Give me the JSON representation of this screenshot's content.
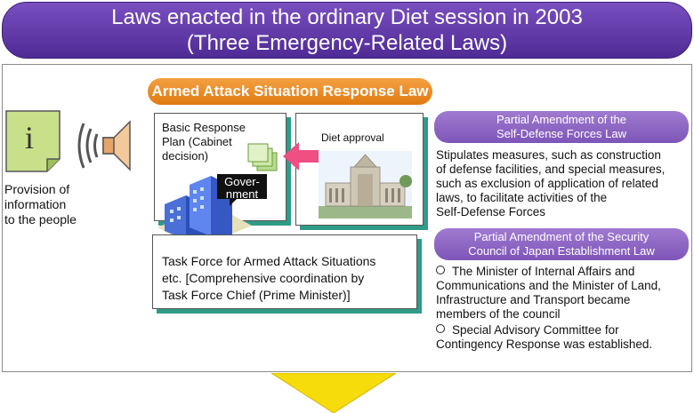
{
  "title": {
    "line1": "Laws enacted in the ordinary Diet session in 2003",
    "line2": "(Three Emergency-Related Laws)"
  },
  "provision": {
    "line1": "Provision of",
    "line2": "information",
    "line3": "to the people",
    "icon_glyph": "i"
  },
  "armed_attack_law": "Armed Attack Situation Response Law",
  "basic_plan": {
    "line1": "Basic Response",
    "line2": "Plan (Cabinet",
    "line3": "decision)"
  },
  "government": {
    "line1": "Gover-",
    "line2": "nment"
  },
  "diet_approval": "Diet approval",
  "task_force": {
    "line1": "Task Force for Armed Attack Situations",
    "line2": "etc. [Comprehensive coordination by",
    "line3": "Task Force Chief (Prime Minister)]"
  },
  "sdf_law": {
    "head1": "Partial Amendment of the",
    "head2": "Self-Defense Forces Law",
    "body": [
      "Stipulates measures, such as construction",
      "of defense facilities, and special measures,",
      "such as exclusion of application of related",
      "laws, to facilitate activities of the",
      "Self-Defense Forces"
    ]
  },
  "council_law": {
    "head1": "Partial Amendment of the Security",
    "head2": "Council of Japan Establishment Law",
    "item1": [
      "The Minister of Internal Affairs and",
      "Communications and the Minister of Land,",
      "Infrastructure and Transport became",
      "members of the council"
    ],
    "item2": [
      "Special Advisory Committee for",
      "Contingency Response was established."
    ]
  },
  "colors": {
    "title_purple": "#5e3aa6",
    "orange": "#e8861d",
    "light_purple": "#8f68c4",
    "teal_shadow": "#2f9b87",
    "pink_arrow": "#ef4f83",
    "yellow_arrow": "#f5dc0a"
  }
}
